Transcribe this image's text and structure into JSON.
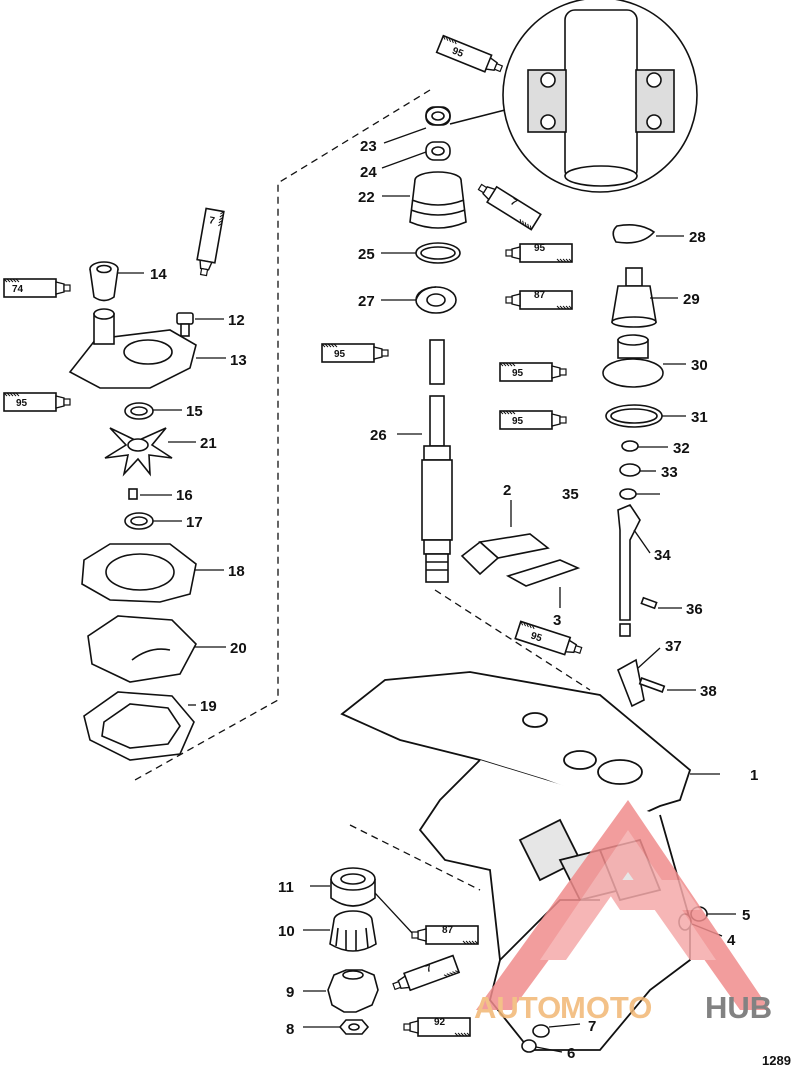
{
  "callouts": {
    "c1": "1",
    "c2": "2",
    "c3": "3",
    "c4": "4",
    "c5": "5",
    "c6": "6",
    "c7": "7",
    "c8": "8",
    "c9": "9",
    "c10": "10",
    "c11": "11",
    "c12": "12",
    "c13": "13",
    "c14": "14",
    "c15": "15",
    "c16": "16",
    "c17": "17",
    "c18": "18",
    "c19": "19",
    "c20": "20",
    "c21": "21",
    "c22": "22",
    "c23": "23",
    "c24": "24",
    "c25": "25",
    "c26": "26",
    "c27": "27",
    "c28": "28",
    "c29": "29",
    "c30": "30",
    "c31": "31",
    "c32": "32",
    "c33": "33",
    "c34": "34",
    "c35": "35",
    "c36": "36",
    "c37": "37",
    "c38": "38"
  },
  "lubricant_tubes": {
    "t95_top": "95",
    "t7_top": "7",
    "t95_25": "95",
    "t87_27": "87",
    "t95_26": "95",
    "t95_30": "95",
    "t95_31": "95",
    "t95_37": "95",
    "t74": "74",
    "t7_12": "7",
    "t95_13": "95",
    "t87_10": "87",
    "t7_9": "7",
    "t92_8": "92"
  },
  "figure_number": "1289",
  "watermark": {
    "part_a": "AUTO",
    "part_b": "MOTO",
    "part_c": "HUB"
  }
}
